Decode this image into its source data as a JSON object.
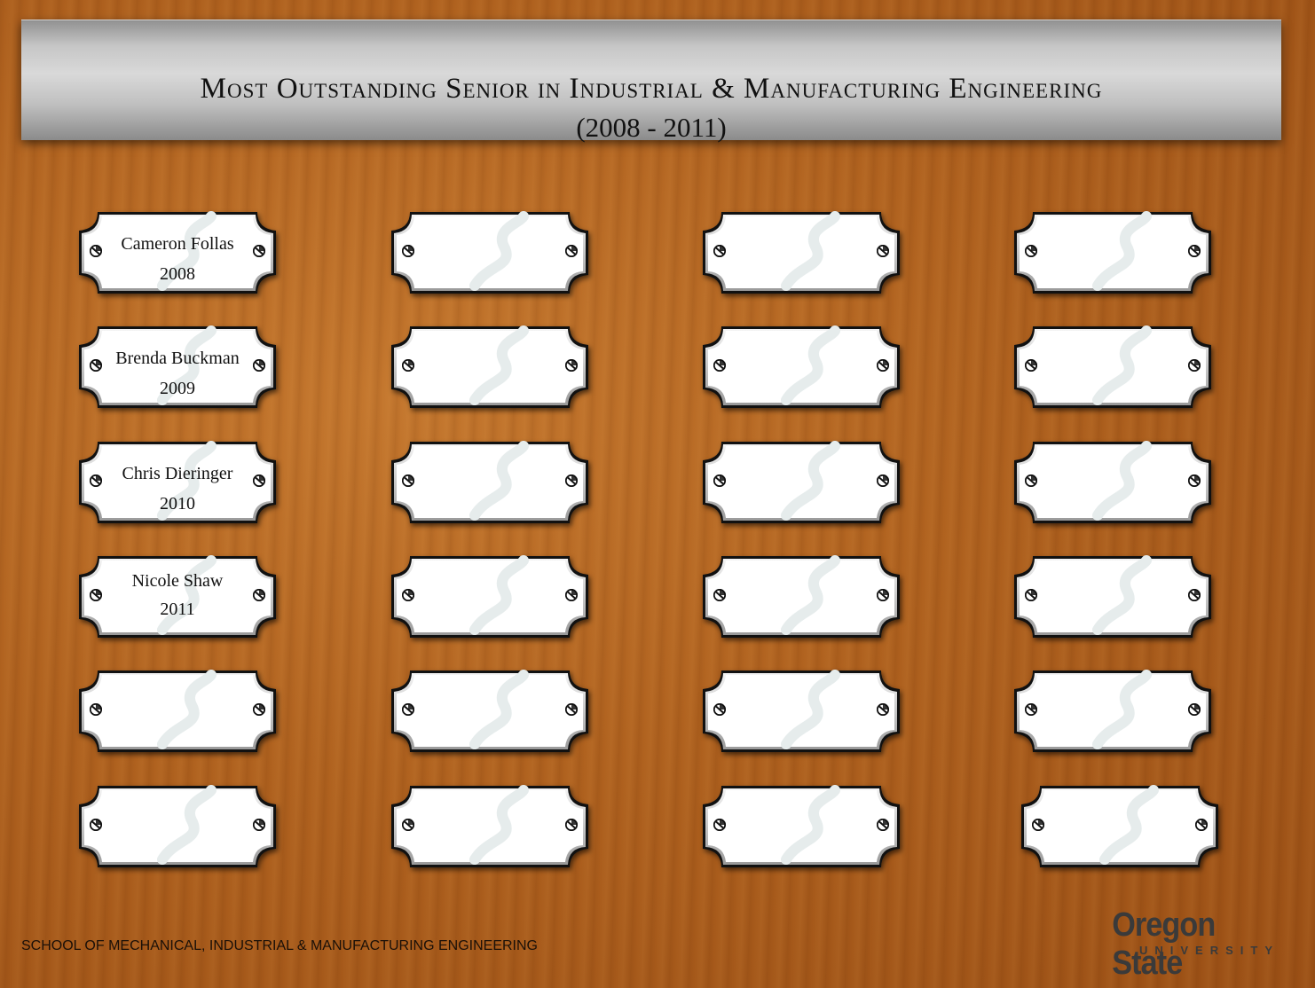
{
  "title": {
    "line1": "Most Outstanding Senior in Industrial & Manufacturing Engineering",
    "line2": "(2008 - 2011)"
  },
  "plaques": [
    {
      "name": "Cameron Follas",
      "year": "2008"
    },
    {
      "name": "Brenda Buckman",
      "year": "2009"
    },
    {
      "name": "Chris Dieringer",
      "year": "2010"
    },
    {
      "name": "Nicole Shaw",
      "year": "2011"
    }
  ],
  "footer": {
    "school": "SCHOOL OF MECHANICAL, INDUSTRIAL & MANUFACTURING ENGINEERING"
  },
  "logo": {
    "main": "Oregon State",
    "sub": "UNIVERSITY"
  },
  "colors": {
    "wood": "#b0621f",
    "plate": "#c6c6c6",
    "plaque": "#ffffff",
    "text": "#111111"
  }
}
